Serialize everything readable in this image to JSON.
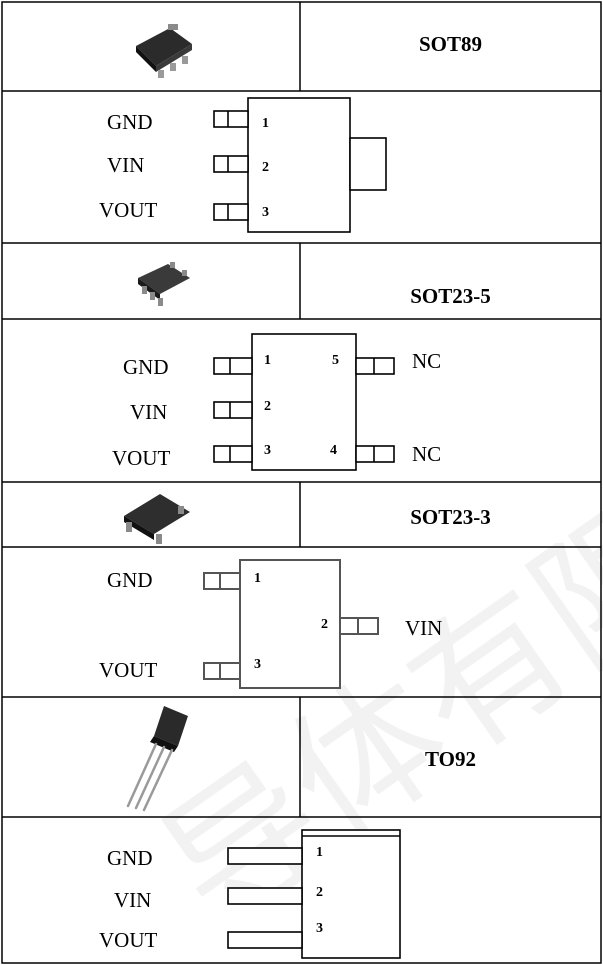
{
  "watermark_text": "导体有限公司",
  "sections": [
    {
      "package": "SOT89",
      "pins_left": [
        {
          "name": "GND",
          "number": "1"
        },
        {
          "name": "VIN",
          "number": "2"
        },
        {
          "name": "VOUT",
          "number": "3"
        }
      ]
    },
    {
      "package": "SOT23-5",
      "pins_left": [
        {
          "name": "GND",
          "number": "1"
        },
        {
          "name": "VIN",
          "number": "2"
        },
        {
          "name": "VOUT",
          "number": "3"
        }
      ],
      "pins_right": [
        {
          "name": "NC",
          "number": "5"
        },
        {
          "name": "NC",
          "number": "4"
        }
      ]
    },
    {
      "package": "SOT23-3",
      "pins_left": [
        {
          "name": "GND",
          "number": "1"
        },
        {
          "name": "VOUT",
          "number": "3"
        }
      ],
      "pins_right": [
        {
          "name": "VIN",
          "number": "2"
        }
      ]
    },
    {
      "package": "TO92",
      "pins_left": [
        {
          "name": "GND",
          "number": "1"
        },
        {
          "name": "VIN",
          "number": "2"
        },
        {
          "name": "VOUT",
          "number": "3"
        }
      ]
    }
  ]
}
